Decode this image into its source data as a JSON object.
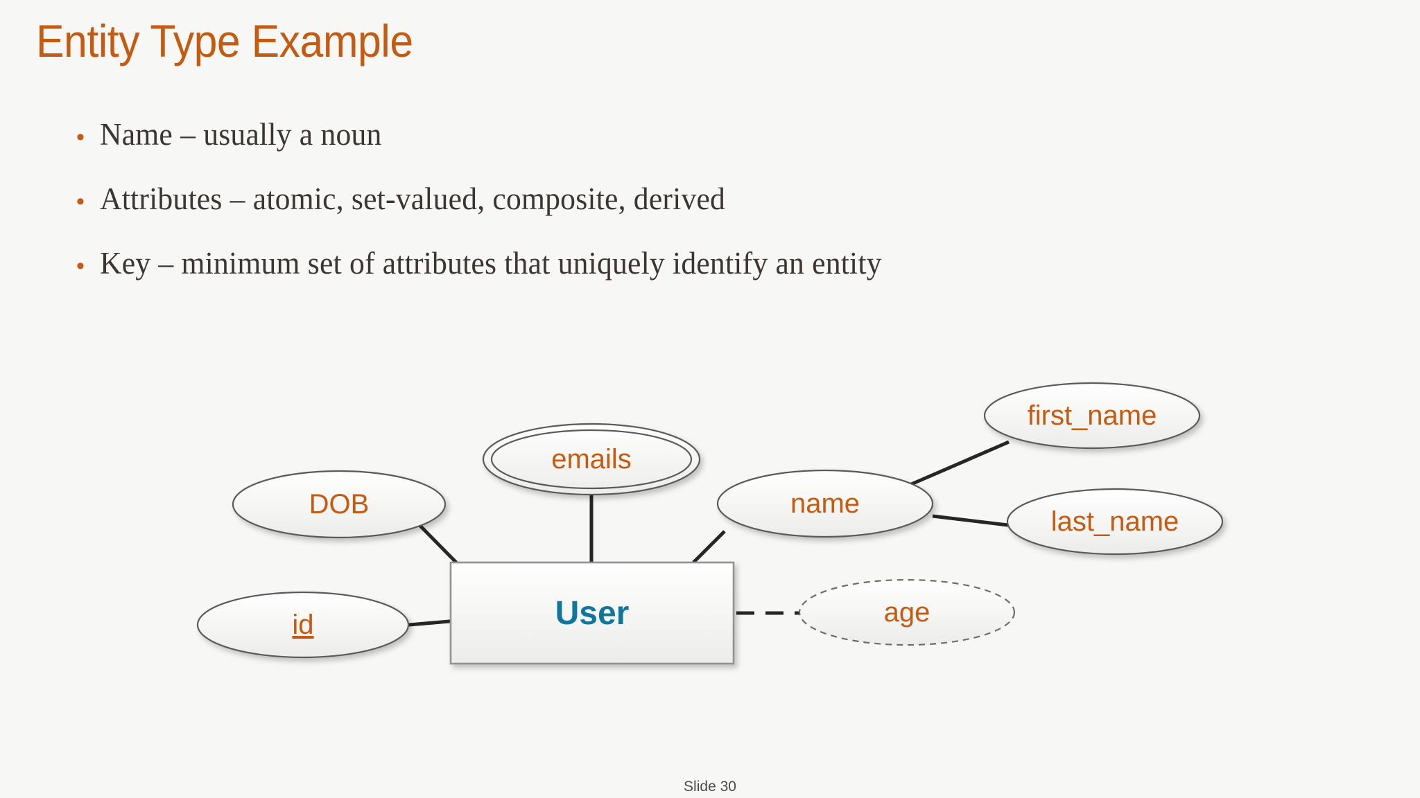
{
  "slide": {
    "title": "Entity Type Example",
    "title_color": "#c55a11",
    "background_color": "#f7f7f5",
    "footer": "Slide 30"
  },
  "bullets": [
    {
      "marker": "•",
      "text": "Name – usually a noun"
    },
    {
      "marker": "•",
      "text": "Attributes – atomic, set-valued, composite, derived"
    },
    {
      "marker": "•",
      "text": "Key – minimum set of attributes that uniquely identify an entity"
    }
  ],
  "diagram": {
    "entity": {
      "label": "User",
      "shape": "rectangle",
      "text_color": "#10769b"
    },
    "attributes": [
      {
        "label": "DOB",
        "shape": "ellipse",
        "kind": "atomic"
      },
      {
        "label": "emails",
        "shape": "double-ellipse",
        "kind": "multi-valued"
      },
      {
        "label": "id",
        "shape": "ellipse",
        "kind": "key",
        "underlined": true
      },
      {
        "label": "name",
        "shape": "ellipse",
        "kind": "composite"
      },
      {
        "label": "first_name",
        "shape": "ellipse",
        "kind": "component"
      },
      {
        "label": "last_name",
        "shape": "ellipse",
        "kind": "component"
      },
      {
        "label": "age",
        "shape": "dashed-ellipse",
        "kind": "derived"
      }
    ],
    "edges": [
      {
        "from": "DOB",
        "to": "User",
        "style": "solid"
      },
      {
        "from": "emails",
        "to": "User",
        "style": "solid"
      },
      {
        "from": "id",
        "to": "User",
        "style": "solid"
      },
      {
        "from": "name",
        "to": "User",
        "style": "solid"
      },
      {
        "from": "name",
        "to": "first_name",
        "style": "solid"
      },
      {
        "from": "name",
        "to": "last_name",
        "style": "solid"
      },
      {
        "from": "User",
        "to": "age",
        "style": "dashed"
      }
    ],
    "attribute_text_color": "#c55a11",
    "edge_color": "#262626"
  }
}
